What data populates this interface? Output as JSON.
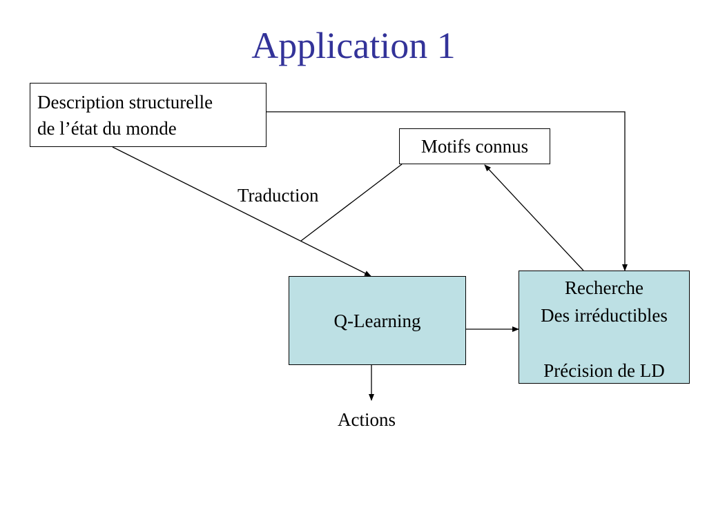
{
  "slide": {
    "title": "Application 1"
  },
  "diagram": {
    "nodes": {
      "description": {
        "line1": "Description structurelle",
        "line2": "de l’état du monde"
      },
      "motifs": {
        "label": "Motifs connus"
      },
      "qlearning": {
        "label": "Q-Learning"
      },
      "recherche": {
        "line1": "Recherche",
        "line2": "Des irréductibles",
        "line3": "",
        "line4": "Précision de LD"
      }
    },
    "labels": {
      "traduction": "Traduction",
      "actions": "Actions"
    },
    "colors": {
      "title": "#333399",
      "process_fill": "#bde0e4",
      "edge": "#000000"
    }
  }
}
